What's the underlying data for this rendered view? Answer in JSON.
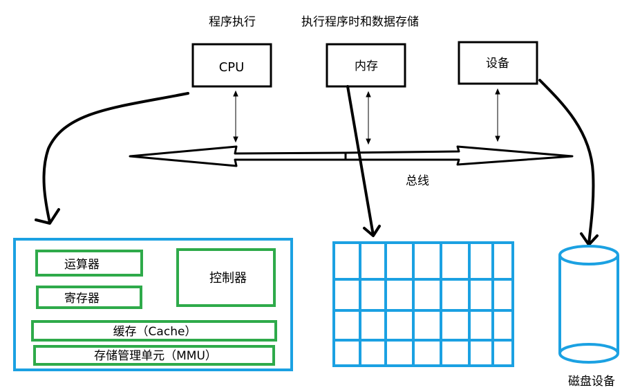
{
  "labels": {
    "cpu_caption": "程序执行",
    "memory_caption": "执行程序时和数据存储",
    "cpu": "CPU",
    "memory": "内存",
    "device": "设备",
    "bus": "总线",
    "alu": "运算器",
    "register": "寄存器",
    "controller": "控制器",
    "cache": "缓存（Cache）",
    "mmu": "存储管理单元（MMU）",
    "disk": "磁盘设备"
  },
  "colors": {
    "stroke": "#000000",
    "blue": "#1ba1e2",
    "green": "#2eaa4a"
  }
}
